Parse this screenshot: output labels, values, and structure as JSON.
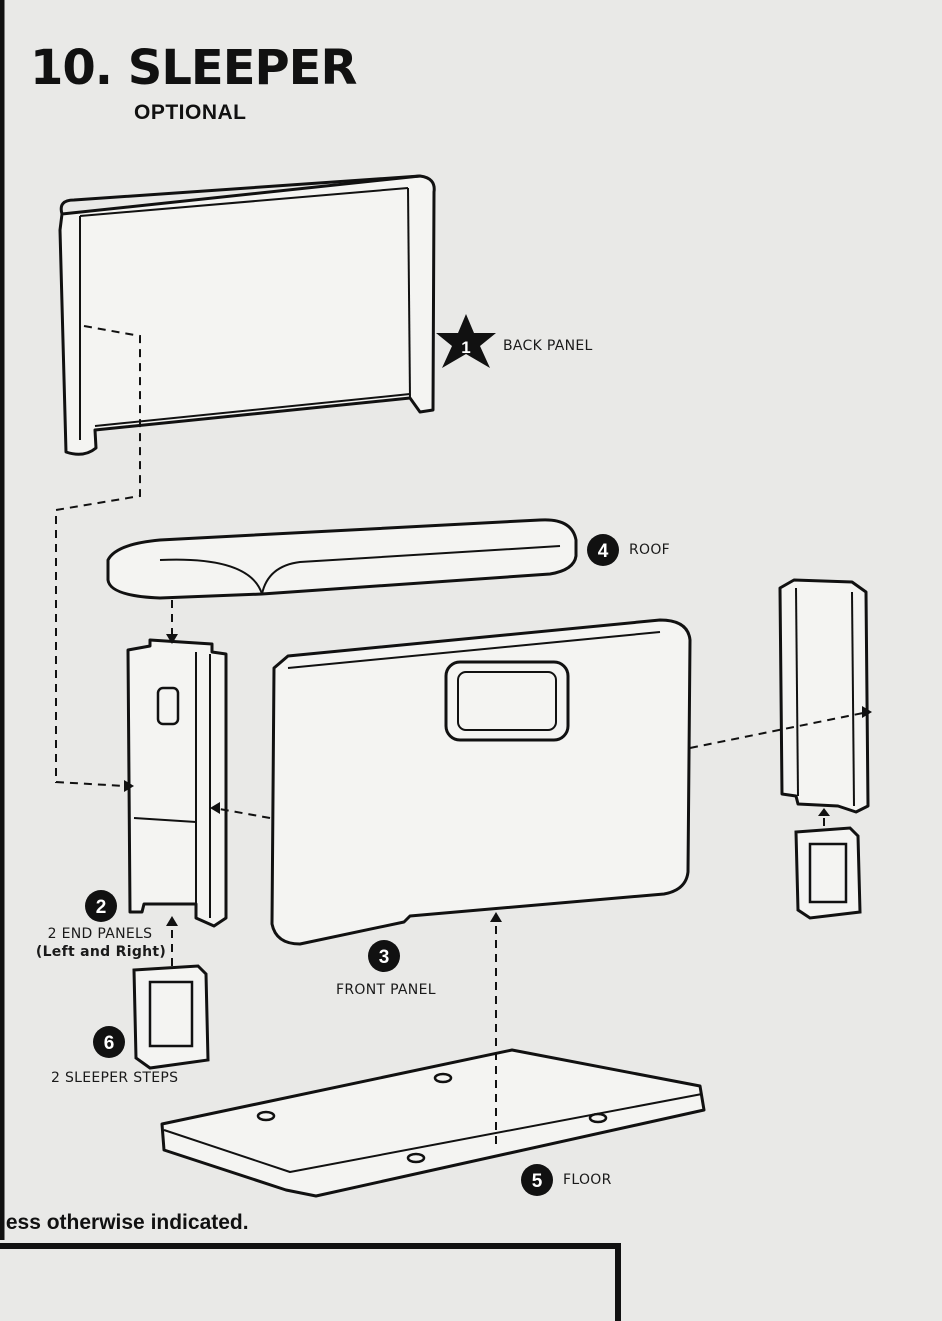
{
  "heading": {
    "title": "10. SLEEPER",
    "subtitle": "OPTIONAL"
  },
  "parts": [
    {
      "number": "1",
      "label": "BACK PANEL",
      "marker": "star"
    },
    {
      "number": "2",
      "label": "2 END PANELS",
      "label_line2": "(Left and Right)",
      "marker": "circle"
    },
    {
      "number": "3",
      "label": "FRONT PANEL",
      "marker": "circle"
    },
    {
      "number": "4",
      "label": "ROOF",
      "marker": "circle"
    },
    {
      "number": "5",
      "label": "FLOOR",
      "marker": "circle"
    },
    {
      "number": "6",
      "label": "2 SLEEPER STEPS",
      "marker": "circle"
    }
  ],
  "footnote": "less otherwise indicated."
}
